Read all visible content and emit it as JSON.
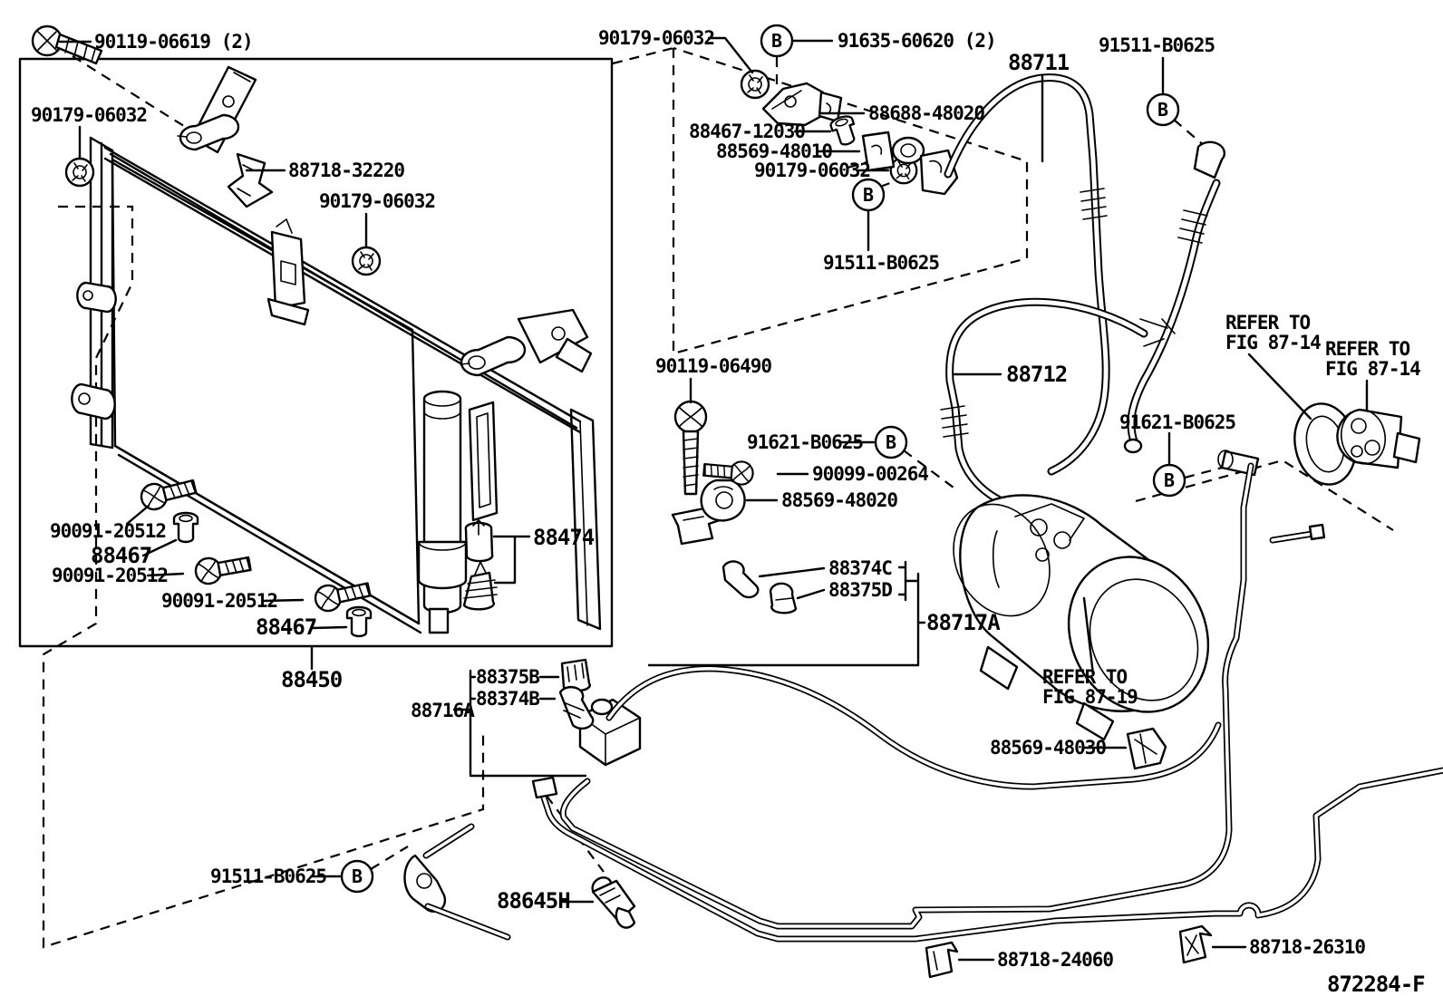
{
  "diagram": {
    "background": "#ffffff",
    "line_color": "#000000",
    "figure_code": "872284-F",
    "symbol_b": "B",
    "refer_notes": [
      {
        "line1": "REFER TO",
        "line2": "FIG 87-14"
      },
      {
        "line1": "REFER TO",
        "line2": "FIG 87-14"
      },
      {
        "line1": "REFER TO",
        "line2": "FIG 87-19"
      }
    ],
    "callouts": [
      {
        "label": "90119-06619 (2)"
      },
      {
        "label": "90179-06032"
      },
      {
        "label": "88718-32220"
      },
      {
        "label": "90179-06032"
      },
      {
        "label": "90179-06032"
      },
      {
        "label": "91635-60620 (2)"
      },
      {
        "label": "88711"
      },
      {
        "label": "91511-B0625"
      },
      {
        "label": "88688-48020"
      },
      {
        "label": "88467-12030"
      },
      {
        "label": "88569-48010"
      },
      {
        "label": "90179-06032"
      },
      {
        "label": "91511-B0625"
      },
      {
        "label": "88712"
      },
      {
        "label": "90119-06490"
      },
      {
        "label": "91621-B0625"
      },
      {
        "label": "90099-00264"
      },
      {
        "label": "88569-48020"
      },
      {
        "label": "88374C"
      },
      {
        "label": "88375D"
      },
      {
        "label": "88717A"
      },
      {
        "label": "91621-B0625"
      },
      {
        "label": "88569-48030"
      },
      {
        "label": "91511-B0625"
      },
      {
        "label": "88645H"
      },
      {
        "label": "88718-24060"
      },
      {
        "label": "88718-26310"
      },
      {
        "label": "88474"
      },
      {
        "label": "90091-20512"
      },
      {
        "label": "88467"
      },
      {
        "label": "90091-20512"
      },
      {
        "label": "90091-20512"
      },
      {
        "label": "88467"
      },
      {
        "label": "88450"
      },
      {
        "label": "88375B"
      },
      {
        "label": "88374B"
      },
      {
        "label": "88716A"
      }
    ]
  }
}
